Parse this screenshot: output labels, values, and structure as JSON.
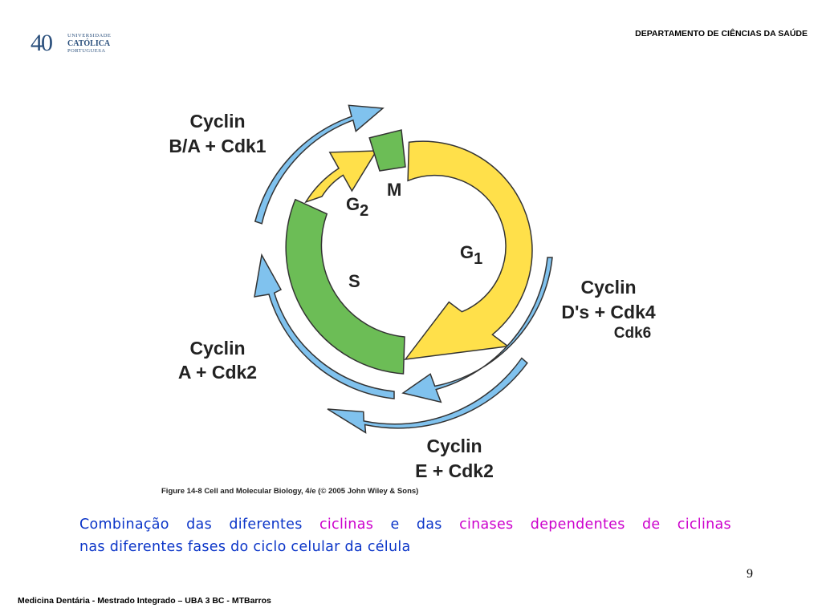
{
  "header": {
    "logo_number": "40",
    "logo_line1": "UNIVERSIDADE",
    "logo_line2": "CATÓLICA",
    "logo_line3": "PORTUGUESA",
    "department": "DEPARTAMENTO DE CIÊNCIAS DA SAÚDE"
  },
  "diagram": {
    "phases": {
      "m": "M",
      "g2": "G",
      "g2_sub": "2",
      "g1": "G",
      "g1_sub": "1",
      "s": "S"
    },
    "complexes": {
      "b_a_cdk1": {
        "line1": "Cyclin",
        "line2": "B/A + Cdk1"
      },
      "d_cdk4": {
        "line1": "Cyclin",
        "line2": "D's + Cdk4",
        "line3": "Cdk6"
      },
      "a_cdk2": {
        "line1": "Cyclin",
        "line2": "A + Cdk2"
      },
      "e_cdk2": {
        "line1": "Cyclin",
        "line2": "E + Cdk2"
      }
    },
    "figure_credit": "Figure 14-8  Cell and Molecular Biology, 4/e (© 2005 John Wiley & Sons)",
    "colors": {
      "yellow": "#ffe04a",
      "green": "#6cbd56",
      "blue": "#80c2ee",
      "outline": "#333333"
    }
  },
  "caption": {
    "w1": "Combinação",
    "w2": "das",
    "w3": "diferentes",
    "w4": "ciclinas",
    "w5": "e",
    "w6": "das",
    "w7": "cinases",
    "w8": "dependentes",
    "w9": "de",
    "w10": "ciclinas",
    "line2": "nas diferentes fases do ciclo celular da célula"
  },
  "page_number": "9",
  "footer": "Medicina Dentária - Mestrado Integrado – UBA 3 BC - MTBarros"
}
